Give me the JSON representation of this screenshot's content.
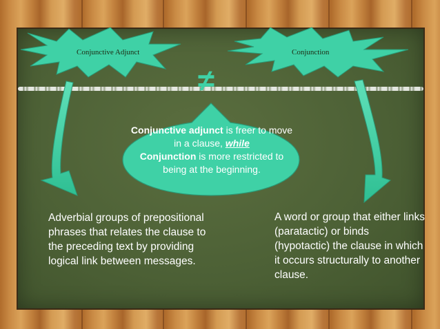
{
  "diagram": {
    "left_burst_label": "Conjunctive Adjunct",
    "right_burst_label": "Conjunction",
    "not_equal_symbol": "≠",
    "bubble": {
      "term1": "Conjunctive adjunct",
      "text1": " is freer to move in a clause, ",
      "connector": "while",
      "term2": "Conjunction",
      "text2": " is more restricted to being at the beginning."
    },
    "left_description": "Adverbial groups of prepositional phrases that relates the clause to the preceding text by providing logical link between messages.",
    "right_description": "A word or group that either links (paratactic) or binds (hypotactic) the clause in which it occurs structurally to another clause."
  },
  "colors": {
    "accent": "#3fd1a6",
    "board": "#4d6136",
    "wood": "#c98a44",
    "text": "#ffffff"
  }
}
